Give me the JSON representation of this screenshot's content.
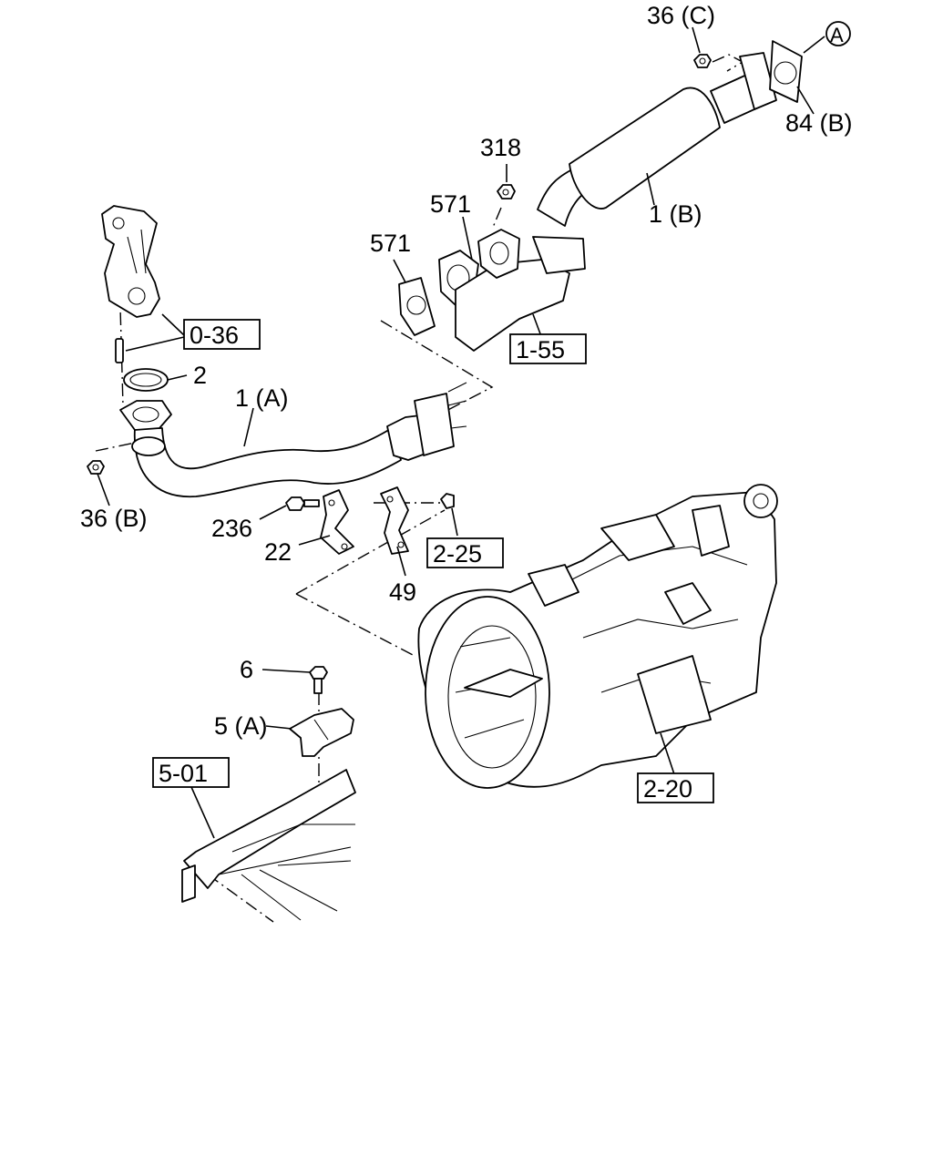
{
  "labels": {
    "l_36c": "36 (C)",
    "l_a": "A",
    "l_84b": "84 (B)",
    "l_318": "318",
    "l_571a": "571",
    "l_571b": "571",
    "l_1b": "1 (B)",
    "l_155": "1-55",
    "l_036": "0-36",
    "l_2": "2",
    "l_1a": "1 (A)",
    "l_36b": "36 (B)",
    "l_236": "236",
    "l_22": "22",
    "l_225": "2-25",
    "l_49": "49",
    "l_6": "6",
    "l_5a": "5 (A)",
    "l_501": "5-01",
    "l_220": "2-20"
  }
}
